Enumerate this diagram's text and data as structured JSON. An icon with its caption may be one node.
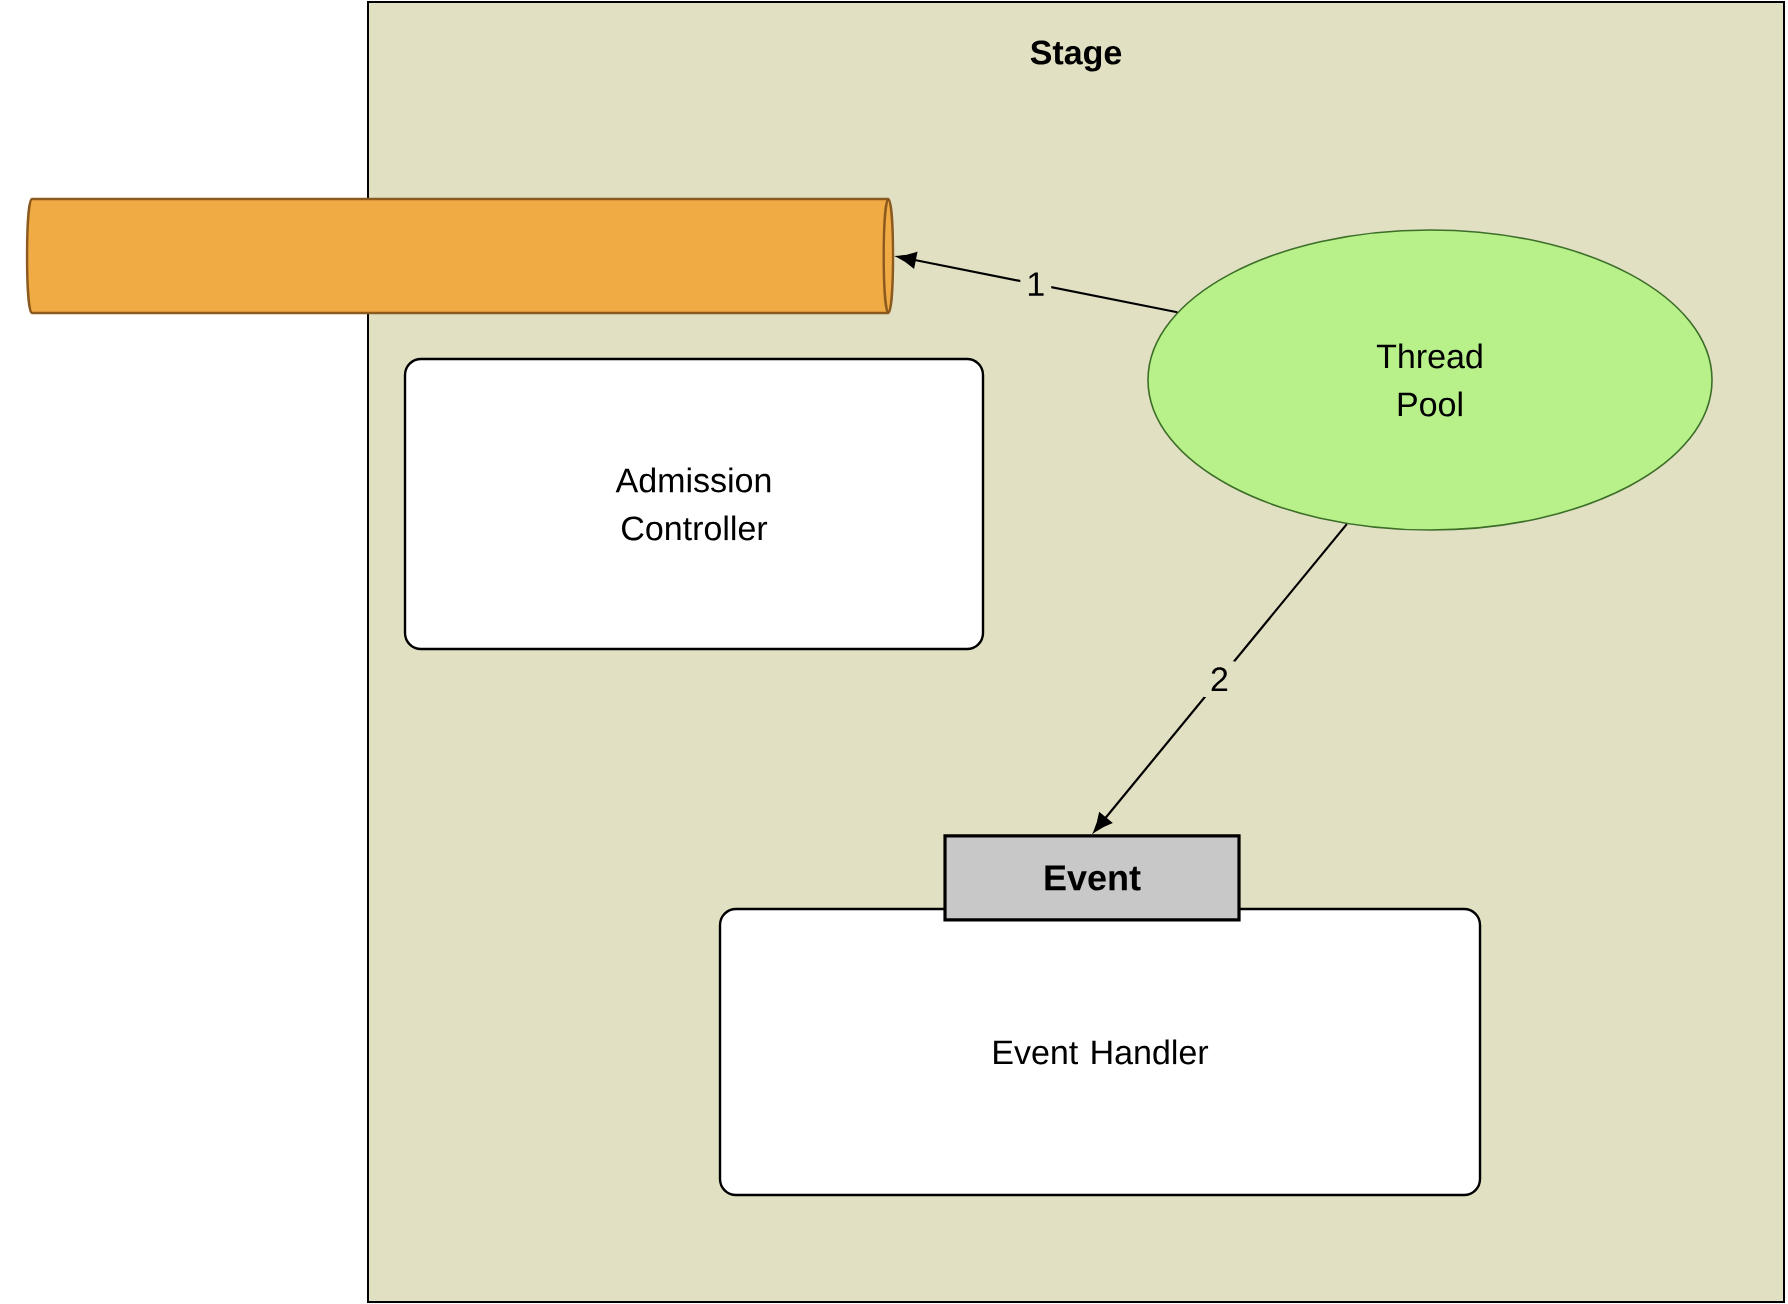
{
  "diagram": {
    "nodes": [
      {
        "text": [
          "Stage"
        ]
      },
      {
        "text": [],
        "shape": "cylinder"
      },
      {
        "text": [
          "Thread Pool"
        ],
        "in": 0
      },
      {
        "text": [
          "Admission Controller"
        ],
        "in": 0
      },
      {
        "text": [
          "Event Handler"
        ],
        "in": 0
      },
      {
        "text": [
          "Event"
        ],
        "in": 0
      }
    ],
    "edges": [
      {
        "from": 2,
        "to": 1,
        "arrow": "to",
        "label": "1"
      },
      {
        "from": 2,
        "to": 5,
        "arrow": "to",
        "label": "2"
      }
    ]
  }
}
